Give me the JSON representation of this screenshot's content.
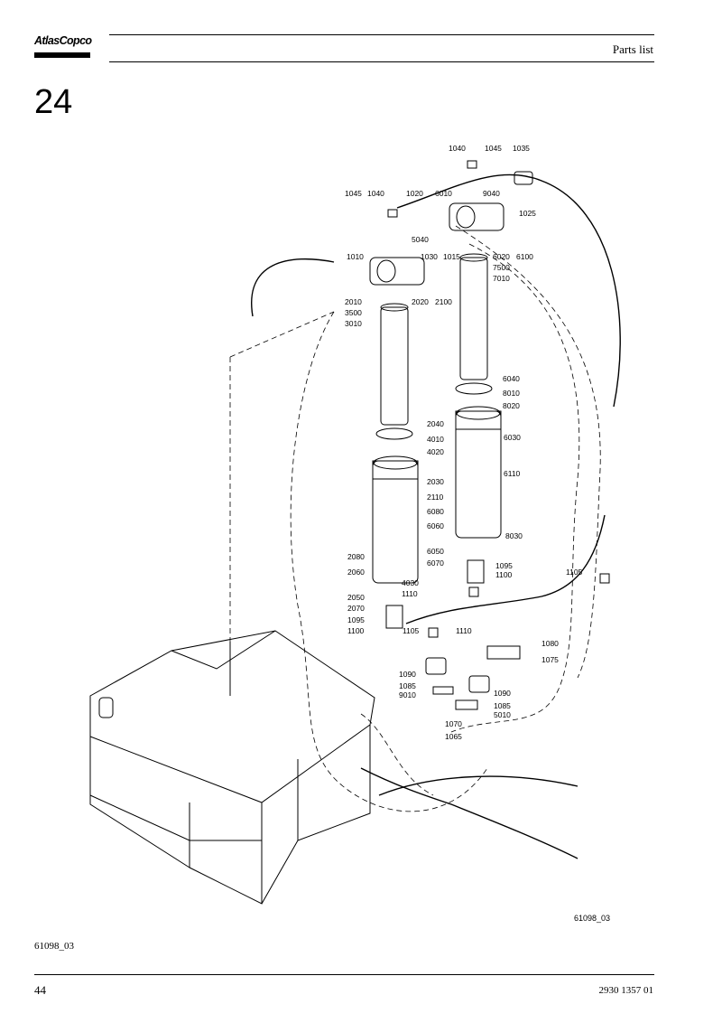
{
  "header": {
    "logo_text": "AtlasCopco",
    "title": "Parts list"
  },
  "section": {
    "number": "24"
  },
  "figure": {
    "reference": "61098_03",
    "callouts": [
      "1040",
      "1045",
      "1035",
      "1045",
      "1040",
      "1020",
      "6010",
      "9040",
      "1025",
      "5040",
      "1010",
      "1030",
      "1015",
      "6020",
      "6100",
      "7500",
      "7010",
      "2010",
      "3500",
      "2020",
      "2100",
      "3010",
      "6040",
      "8010",
      "8020",
      "2040",
      "4010",
      "4020",
      "6030",
      "6110",
      "2030",
      "2110",
      "6080",
      "6060",
      "6050",
      "6070",
      "8030",
      "1095",
      "1100",
      "2080",
      "2060",
      "2050",
      "2070",
      "4030",
      "1110",
      "1095",
      "1100",
      "1105",
      "1110",
      "1105",
      "1080",
      "1075",
      "1090",
      "1085",
      "9010",
      "1090",
      "1085",
      "5010",
      "1070",
      "1065"
    ]
  },
  "footer": {
    "drawing_reference": "61098_03",
    "page_number": "44",
    "document_number": "2930 1357 01"
  }
}
